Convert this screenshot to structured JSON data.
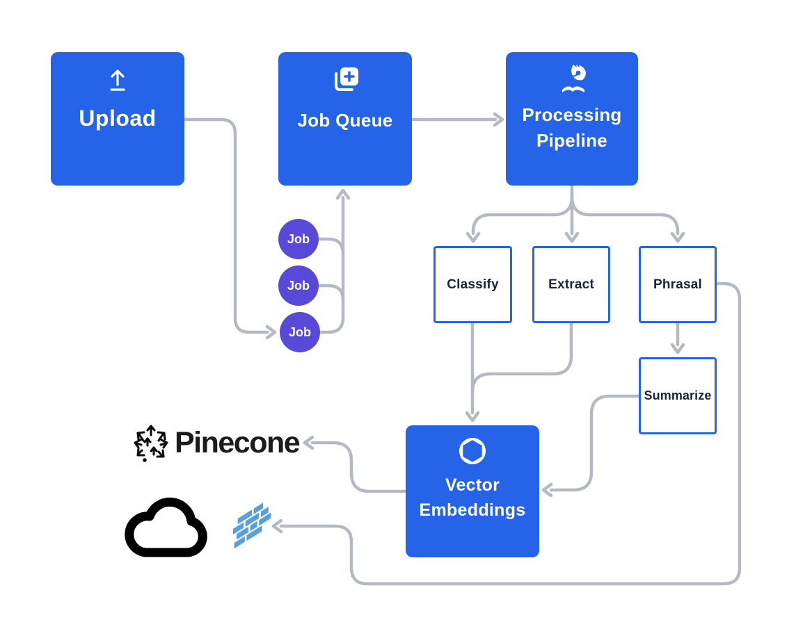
{
  "diagram": {
    "nodes": {
      "upload": {
        "label": "Upload",
        "icon": "upload-arrow-icon",
        "fill": "#2563e8"
      },
      "job_queue": {
        "label": "Job Queue",
        "icon": "copy-plus-icon",
        "fill": "#2563e8"
      },
      "processing_pipeline": {
        "label_line1": "Processing",
        "label_line2": "Pipeline",
        "icon": "phoenix-book-icon",
        "fill": "#2563e8"
      },
      "classify": {
        "label": "Classify",
        "style": "outline"
      },
      "extract": {
        "label": "Extract",
        "style": "outline"
      },
      "phrasal": {
        "label": "Phrasal",
        "style": "outline"
      },
      "summarize": {
        "label": "Summarize",
        "style": "outline"
      },
      "vector_embeddings": {
        "label_line1": "Vector",
        "label_line2": "Embeddings",
        "icon": "openai-logo-icon",
        "fill": "#2563e8"
      },
      "pinecone": {
        "label": "Pinecone",
        "icon": "pinecone-arrows-icon"
      },
      "storage": {
        "icons": [
          "cloud-outline-icon",
          "parquet-floor-icon"
        ]
      }
    },
    "job_badges": [
      {
        "label": "Job"
      },
      {
        "label": "Job"
      },
      {
        "label": "Job"
      }
    ],
    "edges": [
      {
        "from": "Upload",
        "to": "Job"
      },
      {
        "from": "Job",
        "to": "Job Queue"
      },
      {
        "from": "Job Queue",
        "to": "Processing Pipeline"
      },
      {
        "from": "Processing Pipeline",
        "to": "Classify"
      },
      {
        "from": "Processing Pipeline",
        "to": "Extract"
      },
      {
        "from": "Processing Pipeline",
        "to": "Phrasal"
      },
      {
        "from": "Classify",
        "to": "Vector Embeddings"
      },
      {
        "from": "Extract",
        "to": "Vector Embeddings"
      },
      {
        "from": "Phrasal",
        "to": "Summarize"
      },
      {
        "from": "Summarize",
        "to": "Vector Embeddings"
      },
      {
        "from": "Vector Embeddings",
        "to": "Pinecone"
      },
      {
        "from": "Phrasal",
        "to": "Cloud / Parquet storage"
      }
    ],
    "colors": {
      "primary_blue": "#2563e8",
      "outline_border_blue": "#2563e8",
      "job_purple": "#5849d8",
      "connector_gray": "#b3bac2",
      "dark_text": "#16243d",
      "parquet_blue": "#58a0dc",
      "icon_black": "#0b0b0b",
      "background": "#ffffff"
    }
  }
}
